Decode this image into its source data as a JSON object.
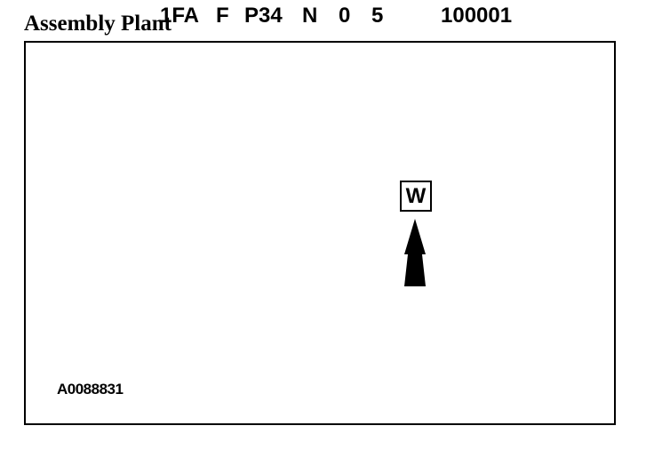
{
  "title": "Assembly Plant",
  "vin_segments": [
    "1FA",
    "F",
    "P34",
    "N",
    "0",
    "5",
    "W",
    "100001"
  ],
  "highlighted_segment": "W",
  "figure_id": "A0088831",
  "icons": {
    "pointer": "up-arrow-icon"
  },
  "colors": {
    "ink": "#000000",
    "background": "#ffffff"
  }
}
